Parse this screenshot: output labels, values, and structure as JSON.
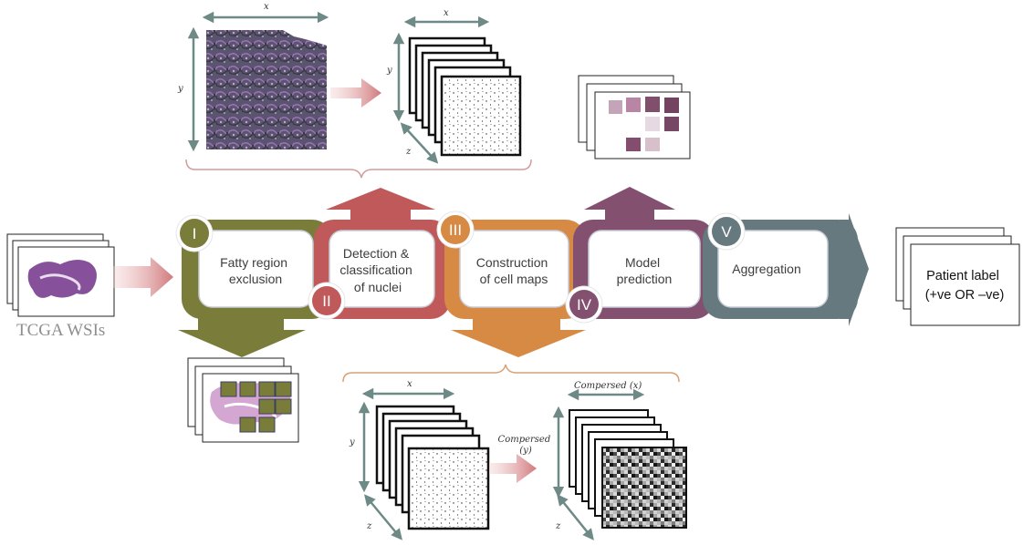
{
  "input": {
    "label": "TCGA WSIs"
  },
  "stages": [
    {
      "numeral": "I",
      "lines": [
        "Fatty region",
        "exclusion"
      ],
      "color": "#7a7c39"
    },
    {
      "numeral": "II",
      "lines": [
        "Detection &",
        "classification",
        "of nuclei"
      ],
      "color": "#c0595a"
    },
    {
      "numeral": "III",
      "lines": [
        "Construction",
        "of cell maps"
      ],
      "color": "#d68a44"
    },
    {
      "numeral": "IV",
      "lines": [
        "Model",
        "prediction"
      ],
      "color": "#83506f"
    },
    {
      "numeral": "V",
      "lines": [
        "Aggregation"
      ],
      "color": "#66797e"
    }
  ],
  "output": {
    "lines": [
      "Patient label",
      "(+ve OR –ve)"
    ]
  },
  "axes": {
    "x": "x",
    "y": "y",
    "z": "z",
    "compressed_x": "Compersed (x)",
    "compressed_y_line1": "Compersed",
    "compressed_y_line2": "(y)"
  }
}
